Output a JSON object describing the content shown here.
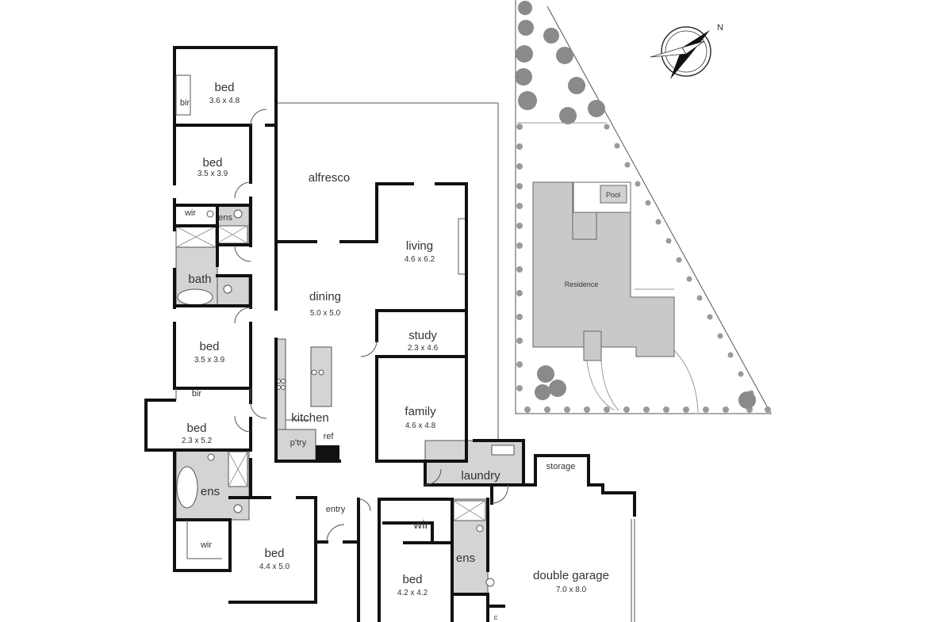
{
  "plan": {
    "rooms": {
      "bed1": {
        "name": "bed",
        "dims": "3.6 x 4.8"
      },
      "bed2": {
        "name": "bed",
        "dims": "3.5 x 3.9"
      },
      "bed3": {
        "name": "bed",
        "dims": "3.5 x 3.9"
      },
      "bed4": {
        "name": "bed",
        "dims": "2.3 x 5.2"
      },
      "bed5": {
        "name": "bed",
        "dims": "4.4 x 5.0"
      },
      "bed6": {
        "name": "bed",
        "dims": "4.2 x 4.2"
      },
      "alfresco": {
        "name": "alfresco"
      },
      "living": {
        "name": "living",
        "dims": "4.6 x 6.2"
      },
      "dining": {
        "name": "dining",
        "dims": "5.0 x 5.0"
      },
      "study": {
        "name": "study",
        "dims": "2.3 x 4.6"
      },
      "family": {
        "name": "family",
        "dims": "4.6 x 4.8"
      },
      "kitchen": {
        "name": "kitchen"
      },
      "pantry": {
        "name": "p'try"
      },
      "ref": {
        "name": "ref"
      },
      "laundry": {
        "name": "laundry"
      },
      "storage": {
        "name": "storage"
      },
      "garage": {
        "name": "double garage",
        "dims": "7.0 x 8.0"
      },
      "bath": {
        "name": "bath"
      },
      "ens1": {
        "name": "ens"
      },
      "ens2": {
        "name": "ens"
      },
      "ens3": {
        "name": "ens"
      },
      "bir1": {
        "name": "bir"
      },
      "bir2": {
        "name": "bir"
      },
      "wir1": {
        "name": "wir"
      },
      "wir2": {
        "name": "wir"
      },
      "wir3": {
        "name": "wir"
      },
      "entry": {
        "name": "entry"
      },
      "cupboard": {
        "name": "c"
      }
    },
    "site": {
      "residence": "Residence",
      "pool": "Pool",
      "compass": "N"
    }
  }
}
